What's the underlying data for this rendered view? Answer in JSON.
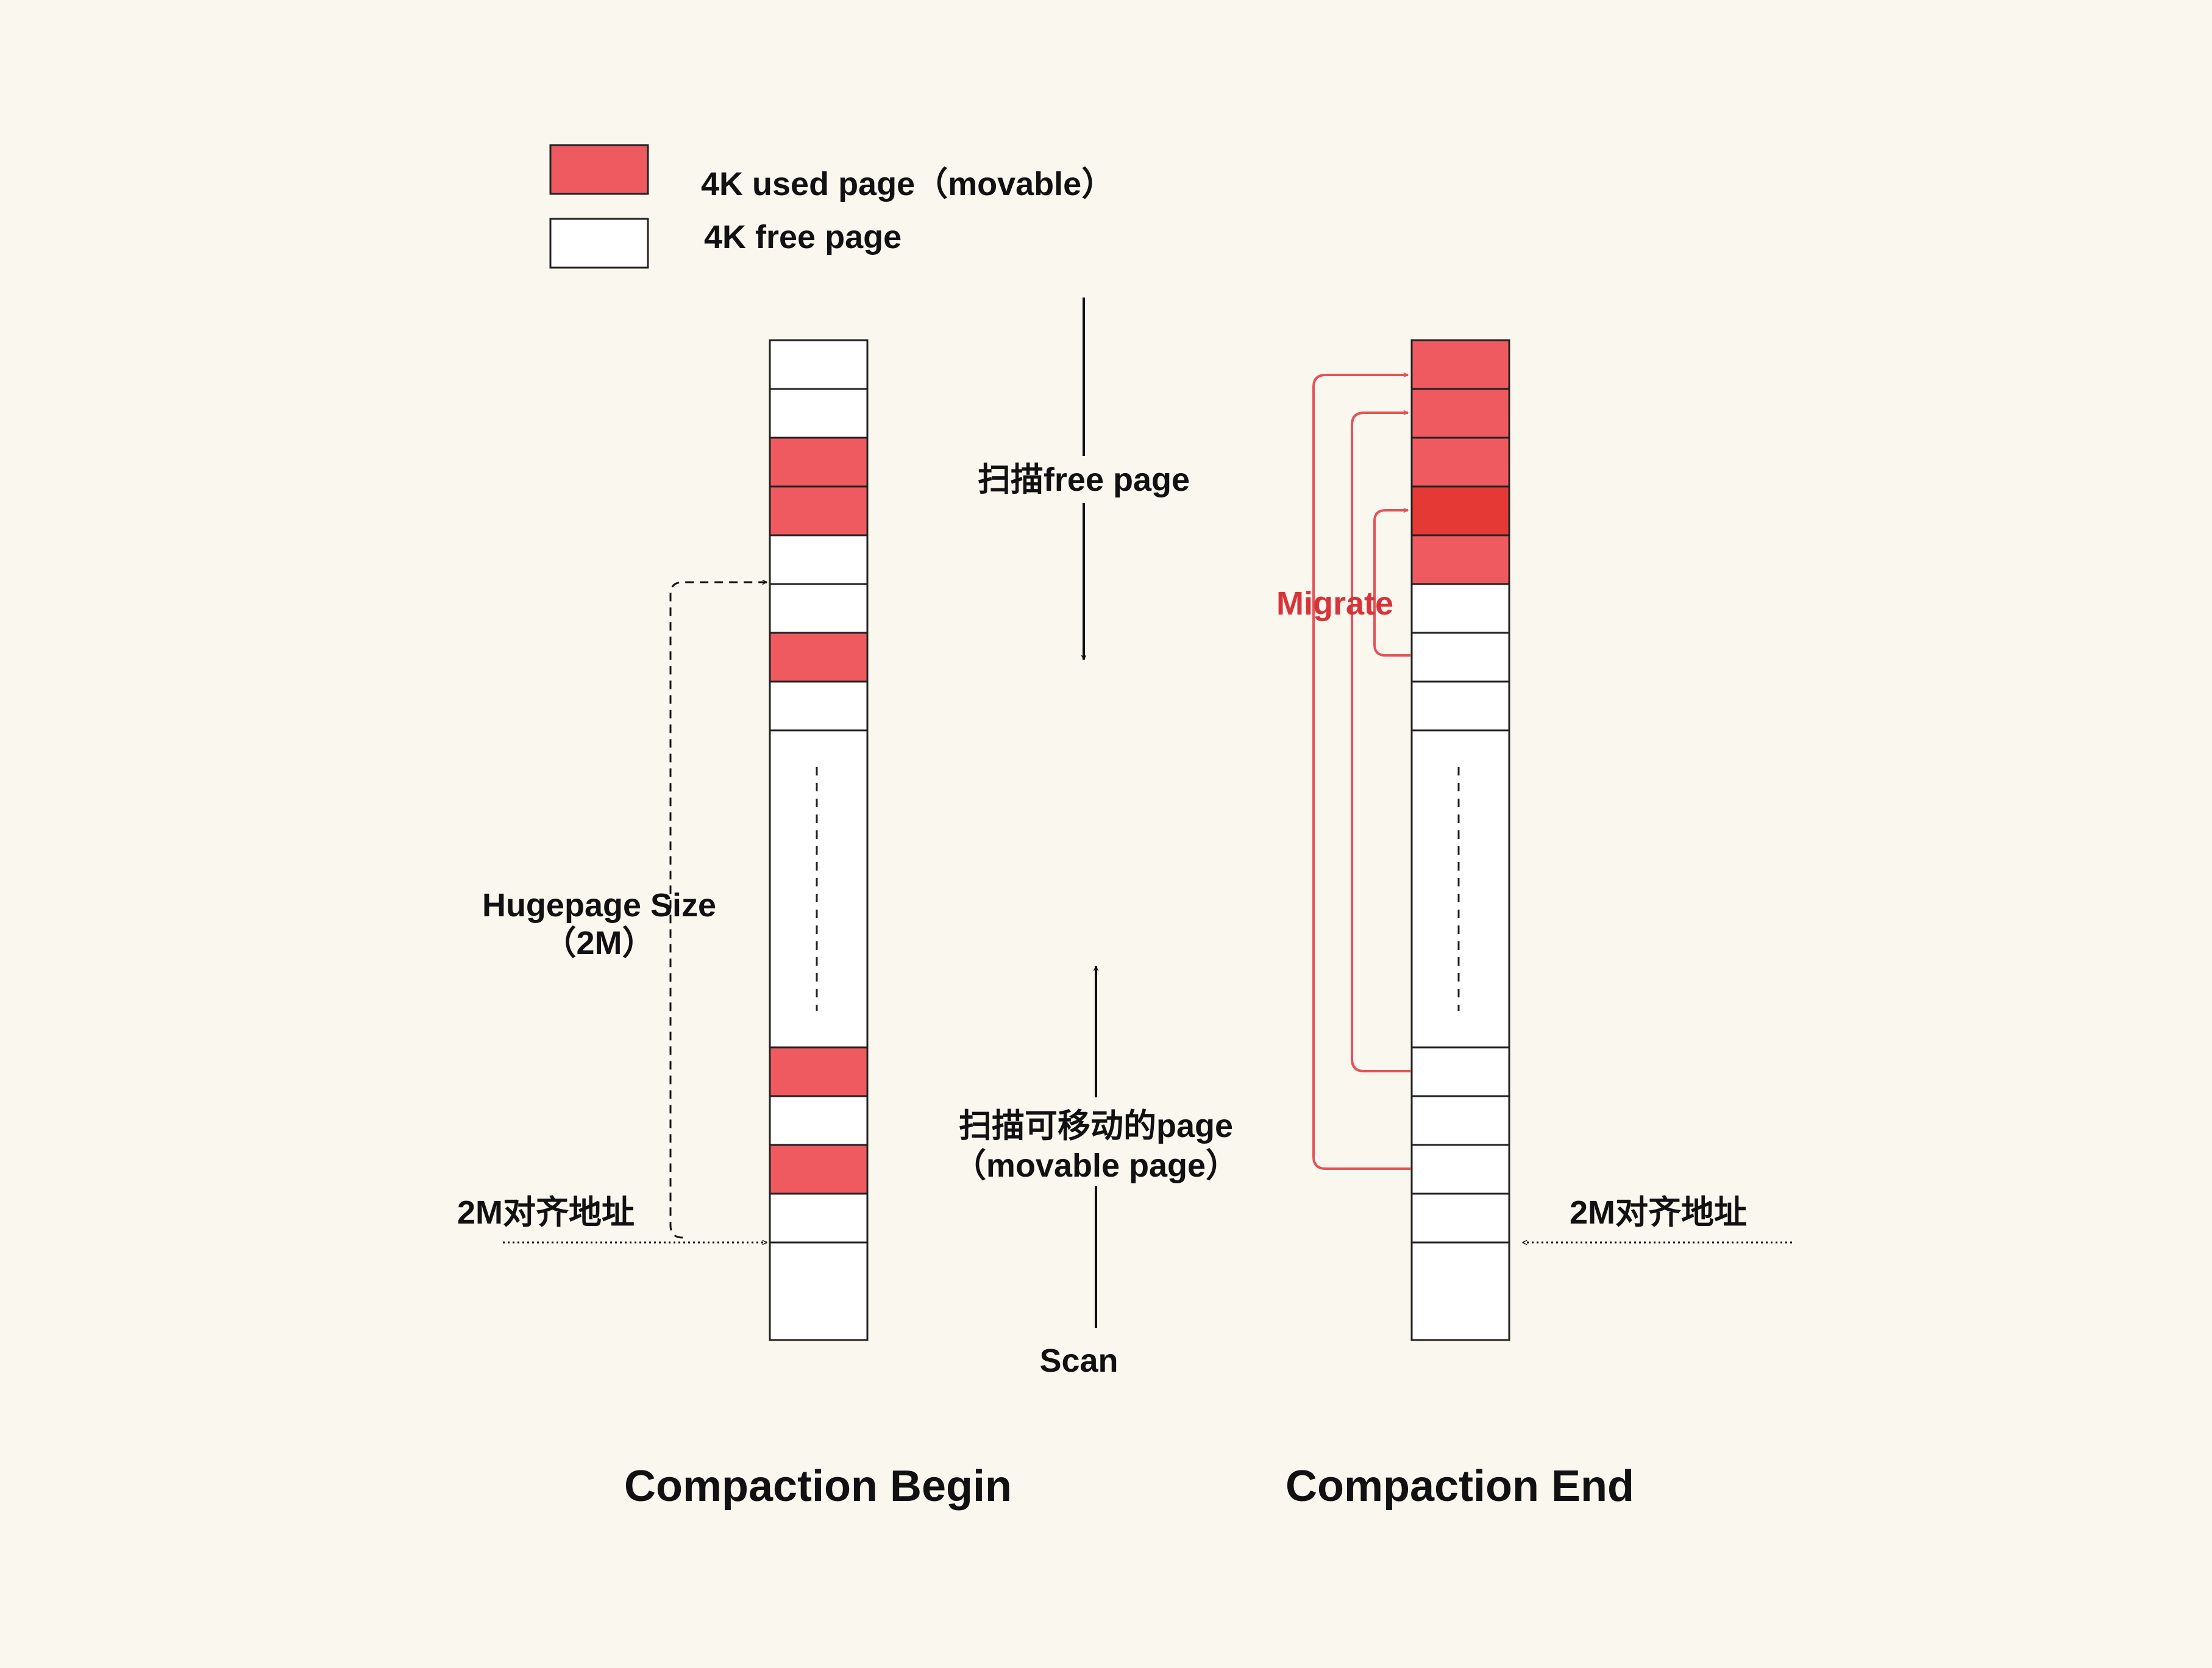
{
  "legend": {
    "used_label": "4K used page（movable）",
    "free_label": "4K free page"
  },
  "colors": {
    "background": "#faf7ef",
    "used": "#ee5a60",
    "used_highlight": "#e53935",
    "free": "#ffffff",
    "border": "#222222",
    "migrate": "#e35358"
  },
  "labels": {
    "scan_free": "扫描free page",
    "scan_movable_line1": "扫描可移动的page",
    "scan_movable_line2": "（movable page）",
    "scan": "Scan",
    "hugepage_line1": "Hugepage Size",
    "hugepage_line2": "（2M）",
    "aligned_left": "2M对齐地址",
    "aligned_right": "2M对齐地址",
    "migrate": "Migrate",
    "title_begin": "Compaction Begin",
    "title_end": "Compaction End"
  },
  "columns": {
    "begin": {
      "top_pages": [
        "free",
        "free",
        "used",
        "used",
        "free",
        "free",
        "used",
        "free"
      ],
      "bottom_pages": [
        "used",
        "free",
        "used",
        "free",
        "free"
      ]
    },
    "end": {
      "top_pages": [
        "used",
        "used",
        "used",
        "used_highlight",
        "used",
        "free",
        "free",
        "free"
      ],
      "bottom_pages": [
        "free",
        "free",
        "free",
        "free",
        "free"
      ]
    }
  }
}
